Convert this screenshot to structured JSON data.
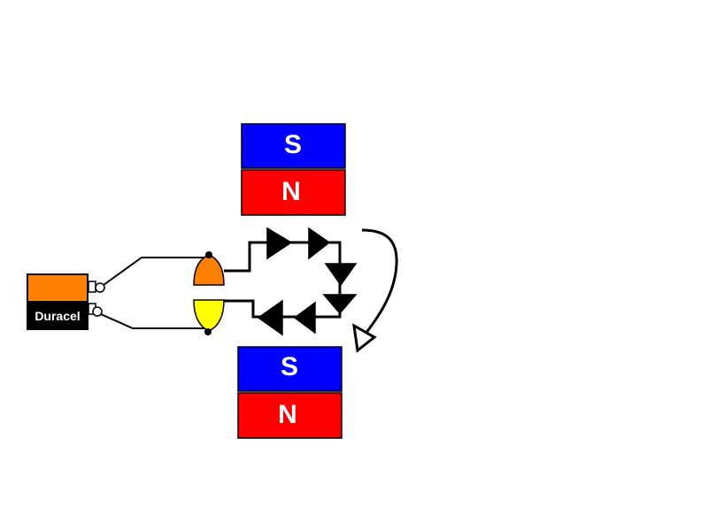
{
  "battery": {
    "label": "Duracel",
    "top_color": "#ff8000",
    "body_color": "#000000"
  },
  "brushes": {
    "upper_color": "#ff8000",
    "lower_color": "#ffff00"
  },
  "magnets": {
    "upper": {
      "south_label": "S",
      "north_label": "N"
    },
    "lower": {
      "south_label": "S",
      "north_label": "N"
    },
    "south_color": "#0000ff",
    "north_color": "#ff0000"
  },
  "icons": [
    "battery-icon",
    "brush-contact-icon",
    "arrow-head-icon",
    "rotation-arrow-icon"
  ]
}
